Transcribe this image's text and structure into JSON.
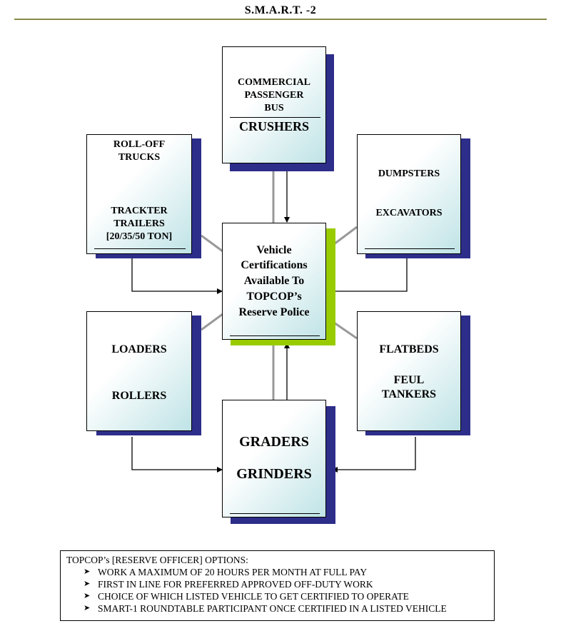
{
  "title": "S.M.A.R.T. -2",
  "boxes": {
    "top": {
      "line1": "COMMERCIAL",
      "line2": "PASSENGER",
      "line3": "BUS",
      "line4": "CRUSHERS"
    },
    "top_left": {
      "line1": "ROLL-OFF",
      "line2": "TRUCKS",
      "line3": "TRACKTER",
      "line4": "TRAILERS",
      "line5": "[20/35/50 TON]"
    },
    "top_right": {
      "line1": "DUMPSTERS",
      "line2": "EXCAVATORS"
    },
    "center": {
      "line1": "Vehicle",
      "line2": "Certifications",
      "line3": "Available To",
      "line4": "TOPCOP’s",
      "line5": "Reserve Police"
    },
    "bottom_left": {
      "line1": "LOADERS",
      "line2": "ROLLERS"
    },
    "bottom_right": {
      "line1": "FLATBEDS",
      "line2": "FEUL",
      "line3": "TANKERS"
    },
    "bottom": {
      "line1": "GRADERS",
      "line2": "GRINDERS"
    }
  },
  "options": {
    "heading": "TOPCOP’s [RESERVE OFFICER] OPTIONS:",
    "bullet_icon": "arrowhead-bullet-icon",
    "items": [
      "WORK A MAXIMUM OF 20 HOURS PER MONTH AT FULL PAY",
      "FIRST IN LINE FOR PREFERRED APPROVED OFF-DUTY WORK",
      "CHOICE OF WHICH LISTED VEHICLE TO GET CERTIFIED TO OPERATE",
      "SMART-1 ROUNDTABLE PARTICIPANT ONCE CERTIFIED IN A LISTED VEHICLE"
    ]
  },
  "colors": {
    "shadow": "#2d2d8a",
    "center_shadow": "#99cc00",
    "face_gradient": "#bfe3e6",
    "connector": "#999999",
    "rule": "#8a8a4a"
  }
}
